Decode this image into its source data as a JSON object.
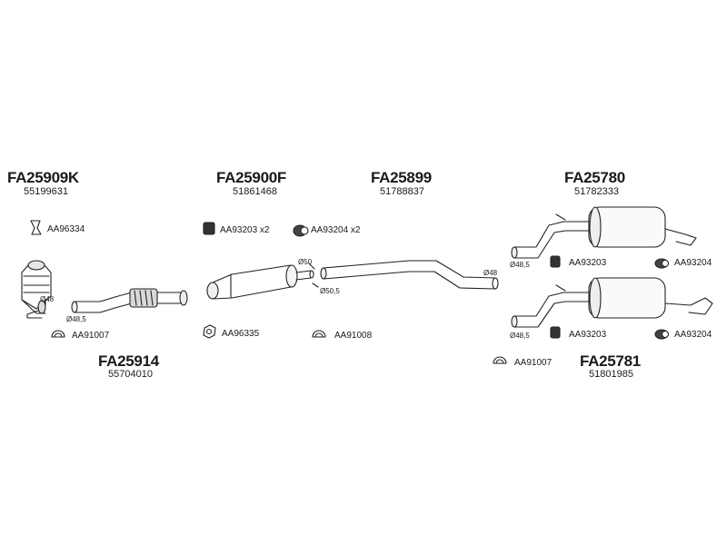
{
  "groups": [
    {
      "code": "FA25909K",
      "number": "55199631"
    },
    {
      "code": "FA25900F",
      "number": "51861468"
    },
    {
      "code": "FA25899",
      "number": "51788837"
    },
    {
      "code": "FA25780",
      "number": "51782333"
    },
    {
      "code": "FA25914",
      "number": "55704010"
    },
    {
      "code": "FA25781",
      "number": "51801985"
    }
  ],
  "parts": {
    "aa96334": "AA96334",
    "aa93203_x2": "AA93203 x2",
    "aa93204_x2": "AA93204 x2",
    "aa91007_left": "AA91007",
    "aa96335": "AA96335",
    "aa91008": "AA91008",
    "aa93203_upper": "AA93203",
    "aa93204_upper": "AA93204",
    "aa93203_lower": "AA93203",
    "aa93204_lower": "AA93204",
    "aa91007_right": "AA91007"
  },
  "diameters": {
    "d48_cat": "Ø48",
    "d48_5_front": "Ø48,5",
    "d50": "Ø50",
    "d50_5": "Ø50,5",
    "d48_mid": "Ø48",
    "d48_5_upper": "Ø48,5",
    "d48_5_lower": "Ø48,5"
  }
}
